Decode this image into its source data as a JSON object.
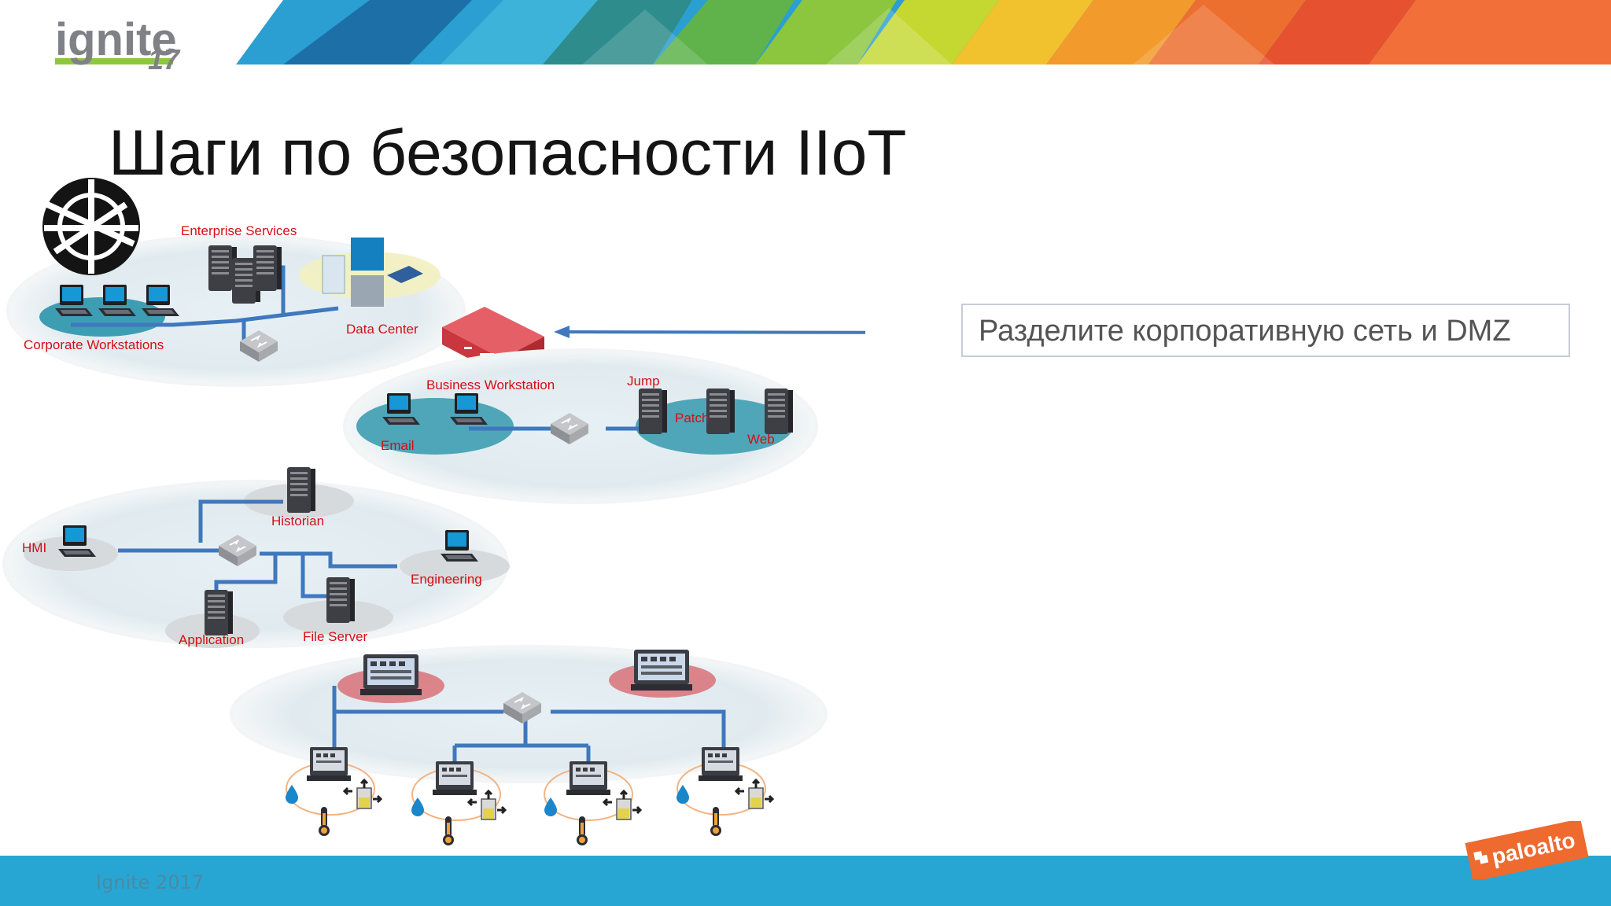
{
  "brand": {
    "event_logo_text": "ignite",
    "event_logo_suffix": "17",
    "vendor_logo_text": "paloalto"
  },
  "slide": {
    "title": "Шаги по безопасности IIoT",
    "callout": "Разделите корпоративную сеть и DMZ",
    "footer": "Ignite 2017"
  },
  "diagram": {
    "labels": {
      "enterprise_services": "Enterprise Services",
      "corporate_workstations": "Corporate Workstations",
      "data_center": "Data Center",
      "business_workstation": "Business Workstation",
      "jump": "Jump",
      "email": "Email",
      "patch": "Patch",
      "web": "Web",
      "historian": "Historian",
      "hmi": "HMI",
      "engineering": "Engineering",
      "application": "Application",
      "file_server": "File Server"
    }
  },
  "colors": {
    "label_red": "#d40f14",
    "link_blue": "#3f78bd",
    "firewall_red": "#dc4e54",
    "footer_blue": "#27a6d4",
    "zone_teal": "#4fa6b8",
    "zone_light": "#e2edf2"
  }
}
